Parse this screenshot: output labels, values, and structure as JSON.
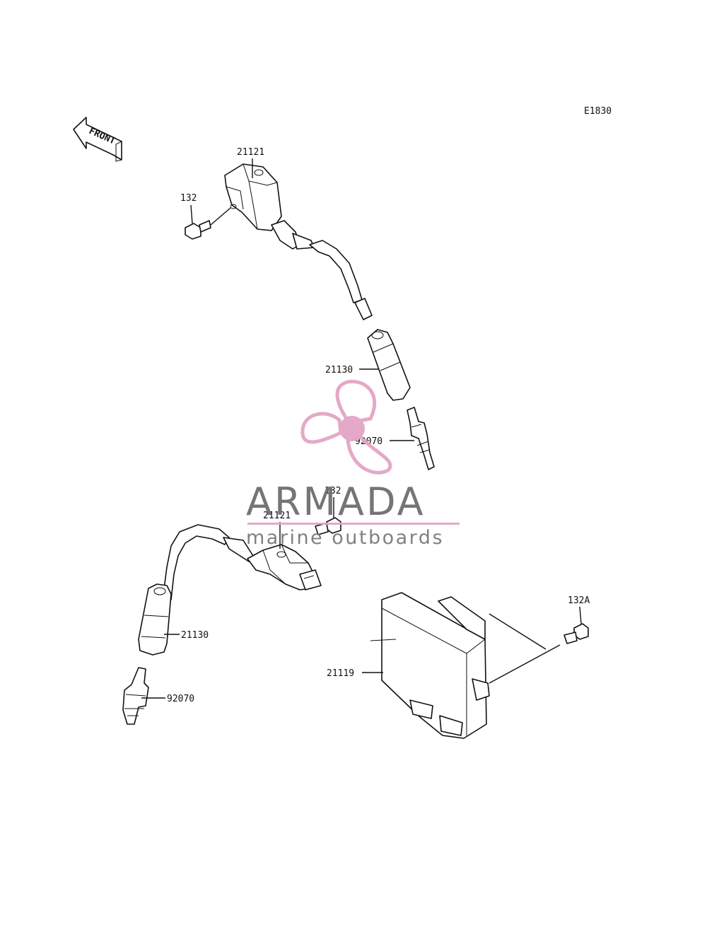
{
  "diagram": {
    "code": "E1830",
    "front_label": "FRONT",
    "callouts": {
      "coil_upper": "21121",
      "bolt_upper": "132",
      "cap_upper": "21130",
      "plug_upper": "92070",
      "bolt_mid": "132",
      "coil_lower": "21121",
      "cap_lower": "21130",
      "plug_lower": "92070",
      "bolt_igniter": "132A",
      "igniter": "21119"
    }
  },
  "watermark": {
    "brand": "ARMADA",
    "tagline": "marine outboards",
    "colors": {
      "pink": "#e3a5c6",
      "gray": "#6e6e6e"
    }
  }
}
